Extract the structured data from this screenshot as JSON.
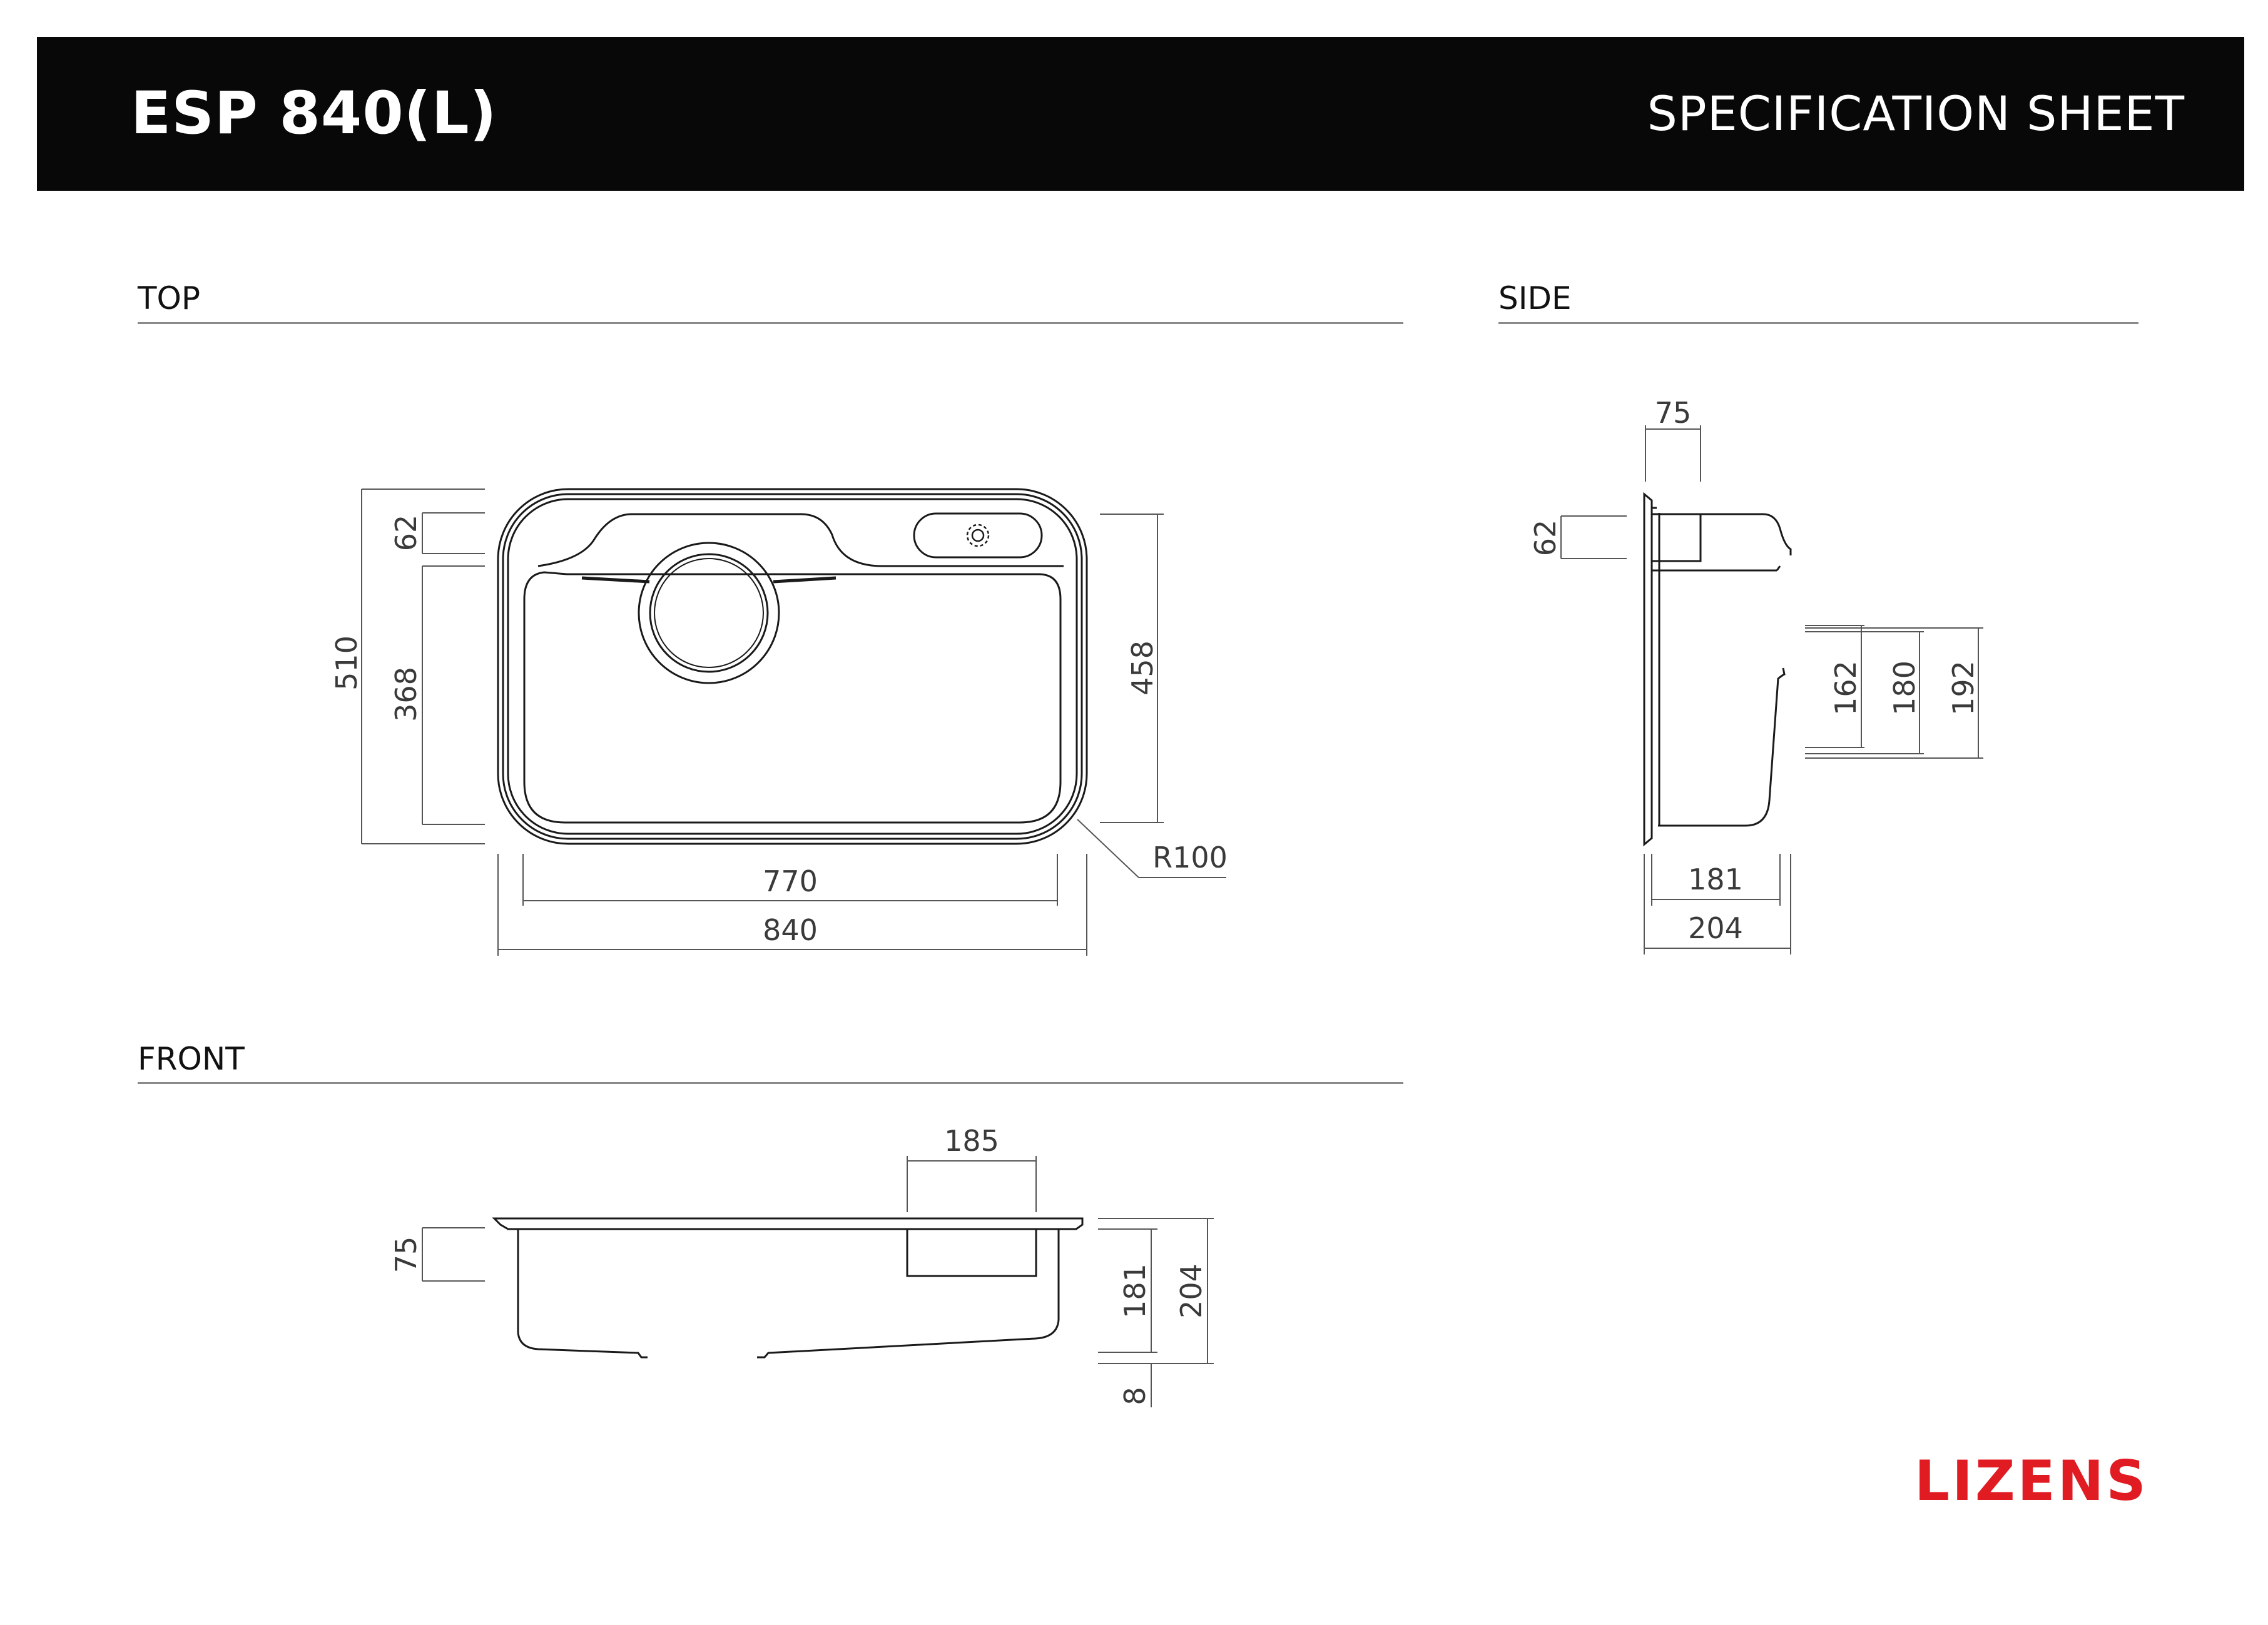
{
  "header": {
    "model": "ESP 840(L)",
    "sheet_title": "SPECIFICATION SHEET"
  },
  "sections": {
    "top": "TOP",
    "side": "SIDE",
    "front": "FRONT"
  },
  "top_view": {
    "height_total": "510",
    "offset": "62",
    "bowl_height": "368",
    "inner_height": "458",
    "bowl_width": "770",
    "total_width": "840",
    "radius": "R100"
  },
  "side_view": {
    "flange": "75",
    "offset": "62",
    "depth_1": "162",
    "depth_2": "180",
    "depth_3": "192",
    "inner_width": "181",
    "outer_width": "204"
  },
  "front_view": {
    "drain_width": "185",
    "flange": "75",
    "inner_depth": "181",
    "outer_depth": "204",
    "gap": "8"
  },
  "logo": {
    "text": "LIZENS",
    "color": "#e11b22"
  },
  "colors": {
    "header_bg": "#080808",
    "line": "#1a1a1a",
    "dim_line": "#555555"
  }
}
